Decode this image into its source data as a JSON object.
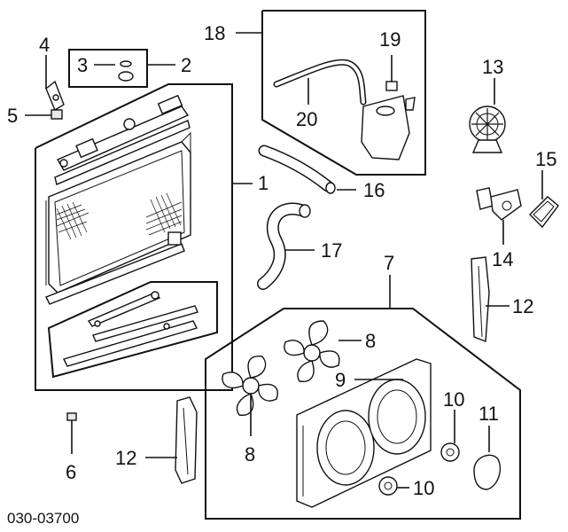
{
  "diagram_code": "030-03700",
  "callouts": {
    "c1": "1",
    "c2": "2",
    "c3": "3",
    "c4": "4",
    "c5": "5",
    "c6": "6",
    "c7": "7",
    "c8a": "8",
    "c8b": "8",
    "c9": "9",
    "c10a": "10",
    "c10b": "10",
    "c11": "11",
    "c12a": "12",
    "c12b": "12",
    "c13": "13",
    "c14": "14",
    "c15": "15",
    "c16": "16",
    "c17": "17",
    "c18": "18",
    "c19": "19",
    "c20": "20"
  }
}
